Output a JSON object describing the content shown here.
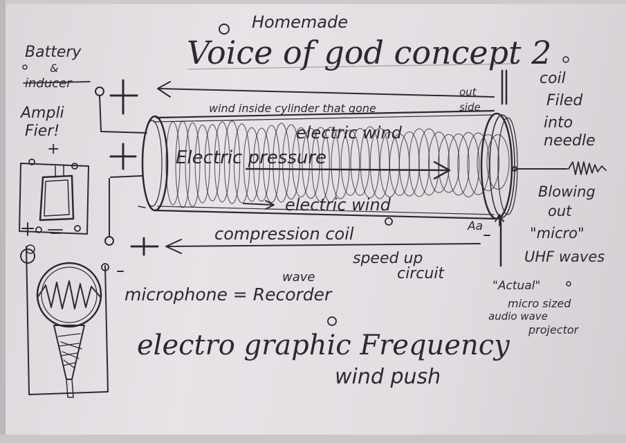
{
  "title": {
    "top": "Homemade",
    "main": "Voice of god concept 2"
  },
  "left": {
    "battery": "Battery",
    "and": "&",
    "inducer": "inducer",
    "ampli": "Ampli",
    "fier": "Fier!",
    "plus": "+"
  },
  "labels": {
    "wind_inside": "wind inside cylinder that gone",
    "out": "out",
    "side": "side",
    "electric_wind_top": "electric wind",
    "electric_pressure": "Electric pressure",
    "electric_wind_bottom": "electric wind",
    "compression_coil": "compression coil",
    "speed_up": "speed up",
    "circuit": "circuit",
    "aa": "Aa",
    "wave": "wave",
    "microphone_recorder": "microphone = Recorder",
    "bottom_line1": "electro graphic Frequency",
    "bottom_line2": "wind push"
  },
  "right": {
    "coil": "coil",
    "filed": "Filed",
    "into": "into",
    "needle": "needle",
    "blowing": "Blowing",
    "out": "out",
    "micro": "\"micro\"",
    "uhf": "UHF waves",
    "actual": "\"Actual\"",
    "micro_sized": "micro sized",
    "audio_wave": "audio wave",
    "projector": "projector"
  },
  "colors": {
    "ink": "#2e2730",
    "paper": "#e6e1e5",
    "background": "#b9b4b6"
  }
}
